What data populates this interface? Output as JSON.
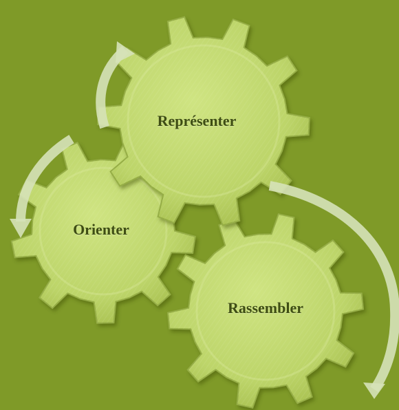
{
  "diagram": {
    "background_color": "#7f9a28",
    "gear_color": "#c2da72",
    "arrow_color": "#d6e2b8",
    "nodes": [
      {
        "id": "representer",
        "label": "Représenter"
      },
      {
        "id": "orienter",
        "label": "Orienter"
      },
      {
        "id": "rassembler",
        "label": "Rassembler"
      }
    ]
  }
}
